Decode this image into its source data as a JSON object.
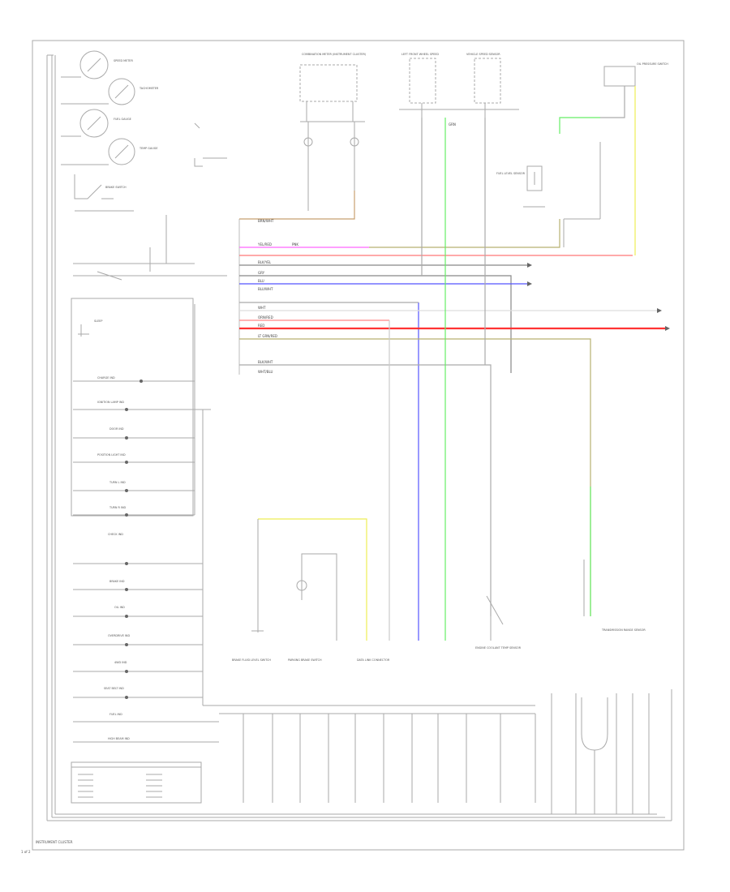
{
  "caption": "INSTRUMENT CLUSTER",
  "page_number": "1 of 2",
  "labels": {
    "gauges": [
      {
        "name": "SPEED METER"
      },
      {
        "name": "TACHOMETER"
      },
      {
        "name": "FUEL GAUGE"
      },
      {
        "name": "TEMP GAUGE"
      }
    ],
    "switches": [
      "BRAKE SWITCH",
      "SLEEP"
    ],
    "indicators": [
      "CHARGE IND",
      "IGNITION LAMP IND",
      "DOOR IND",
      "POSITION LIGHT IND",
      "TURN L IND",
      "TURN R IND",
      "CHECK IND",
      "BRAKE IND",
      "OIL IND",
      "OVERDRIVE IND",
      "4WD IND",
      "SEAT BELT IND",
      "FUEL IND",
      "HIGH BEAM IND"
    ],
    "top_components": [
      "COMBINATION METER (INSTRUMENT CLUSTER)",
      "LEFT FRONT WHEEL SPEED",
      "VEHICLE SPEED SENSOR",
      "FUEL LEVEL SENSOR",
      "OIL PRESSURE SWITCH"
    ],
    "bottom_components": [
      "BRAKE FLUID LEVEL SWITCH",
      "PARKING BRAKE SWITCH",
      "DATA LINK CONNECTOR",
      "ENGINE COOLANT TEMP SENSOR",
      "TRANSMISSION RANGE SENSOR"
    ],
    "wire_colors": [
      "BRN/WHT",
      "YEL/RED",
      "PNK",
      "BLK/YEL",
      "GRY",
      "BLU",
      "BLU/WHT",
      "WHT",
      "RED",
      "ORN/RED",
      "LT GRN/RED",
      "BLK/WHT",
      "GRN",
      "WHT/BLU"
    ]
  },
  "colors": {
    "frame": "#999999",
    "line": "#9a9a9a",
    "pink": "#ff66ff",
    "red": "#ff4444",
    "blue": "#5555ff",
    "green": "#66ee66",
    "yellow": "#eeee55",
    "olive": "#b8b070",
    "brown": "#c8a070"
  }
}
